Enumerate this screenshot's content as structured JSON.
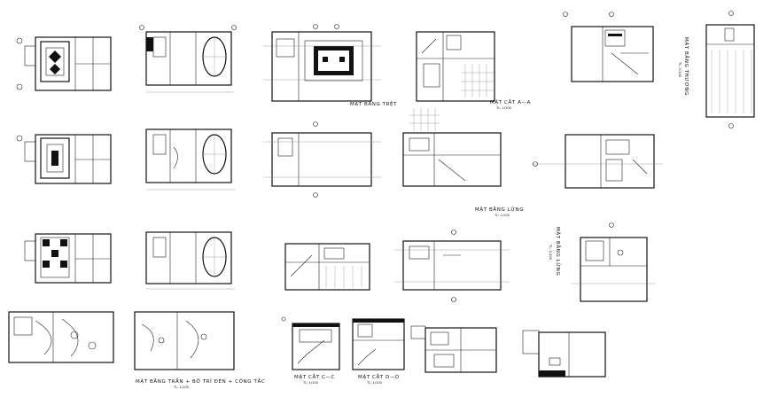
{
  "drawing": {
    "titles": {
      "ground_floor_plan": "MẶT BẰNG TRỆT",
      "section_a": "MẶT CẮT A—A",
      "upper_floor_plan": "MẶT BẰNG LỬNG",
      "roof_plan": "MẶT BẰNG THƯỢNG",
      "ceiling_plan": "MẶT BẰNG TRẦN + BỐ TRÍ ĐÈN + CÔNG TẮC",
      "section_c": "MẶT CẮT C—C",
      "section_d": "MẶT CẮT D—D"
    },
    "scale_label": "TL: 1/100",
    "line_color": "#111111",
    "background": "#ffffff"
  }
}
